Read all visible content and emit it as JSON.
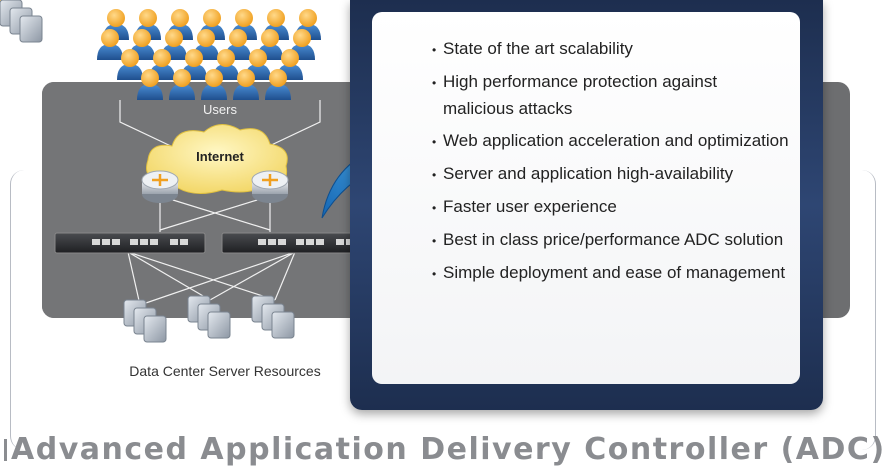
{
  "diagram": {
    "users_label": "Users",
    "internet_label": "Internet",
    "datacenter_label": "Data Center Server Resources"
  },
  "features": [
    "State of the art scalability",
    "High performance protection against malicious attacks",
    "Web application acceleration and optimization",
    "Server and application high-availability",
    "Faster user experience",
    "Best in class price/performance ADC solution",
    "Simple deployment and ease of management"
  ],
  "title": "Advanced Application Delivery Controller (ADC)",
  "colors": {
    "panel_navy": "#1d2e4f",
    "arrow_blue": "#2a8fd6",
    "user_orange": "#f5a623",
    "user_blue": "#2e6fb7"
  }
}
